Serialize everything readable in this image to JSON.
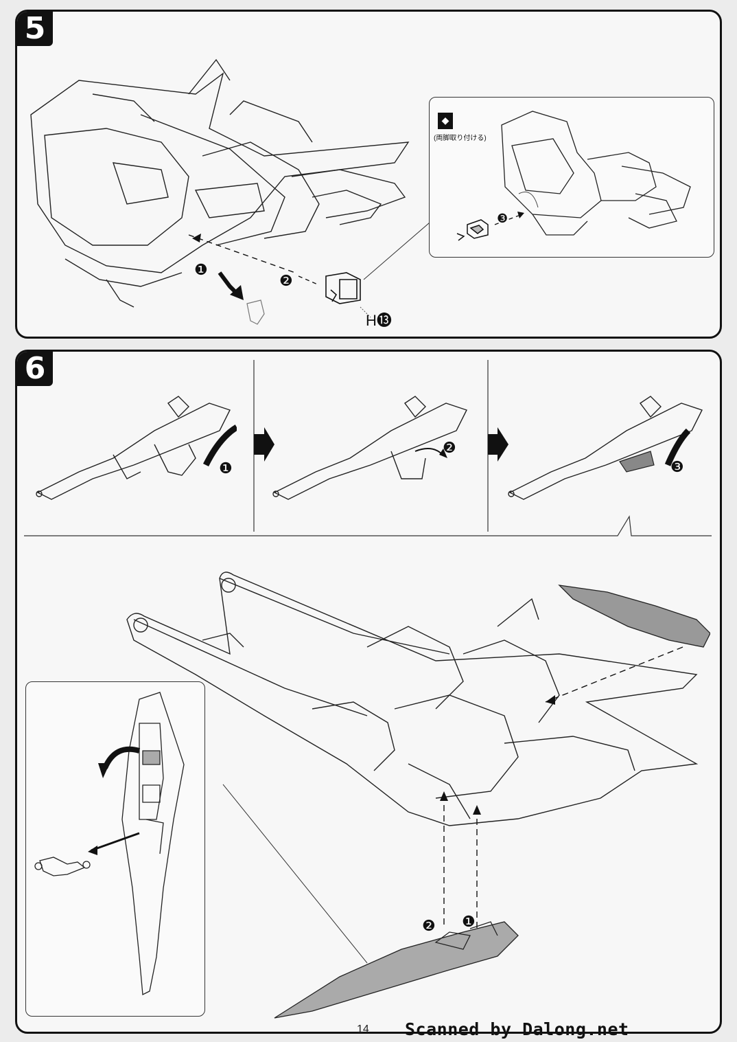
{
  "steps": [
    {
      "number": "5"
    },
    {
      "number": "6"
    }
  ],
  "step5": {
    "inset_caption": "(両脚取り付ける)",
    "part_label": "H⓭",
    "callouts": [
      "❶",
      "❷",
      "❸"
    ]
  },
  "step6": {
    "callouts": [
      "❶",
      "❷",
      "❸"
    ],
    "bottom_callouts": [
      "❷",
      "❶"
    ]
  },
  "footer": {
    "page_number": "14",
    "watermark": "Scanned by Dalong.net"
  }
}
